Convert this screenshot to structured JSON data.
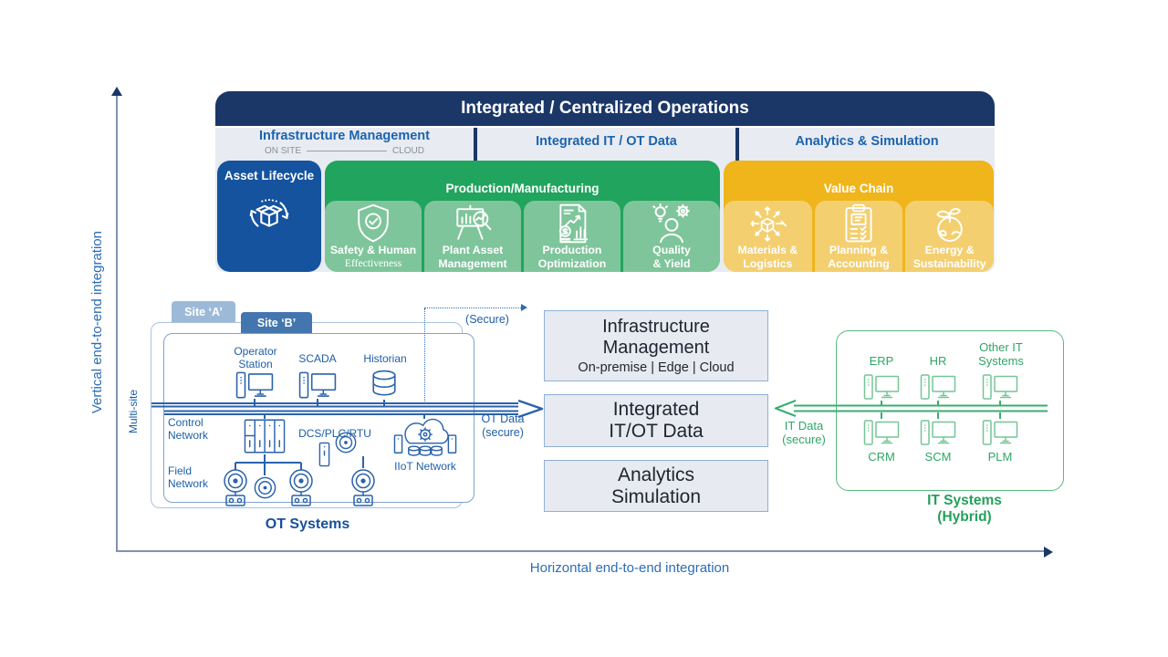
{
  "axes": {
    "vertical_label": "Vertical end-to-end integration",
    "horizontal_label": "Horizontal end-to-end integration"
  },
  "banner": {
    "title": "Integrated / Centralized Operations",
    "col_infrastructure": {
      "title": "Infrastructure Management",
      "left": "ON SITE",
      "right": "CLOUD"
    },
    "col_itot": {
      "title": "Integrated IT / OT Data"
    },
    "col_analytics": {
      "title": "Analytics & Simulation"
    },
    "asset_lifecycle": {
      "label": "Asset Lifecycle",
      "icon": "box-lifecycle-icon"
    },
    "production": {
      "label": "Production/Manufacturing",
      "items": [
        {
          "l1": "Safety & Human",
          "l2": "Effectiveness",
          "icon": "shield-check-icon"
        },
        {
          "l1": "Plant Asset",
          "l2": "Management",
          "icon": "plant-asset-board-icon"
        },
        {
          "l1": "Production",
          "l2": "Optimization",
          "icon": "production-report-icon"
        },
        {
          "l1": "Quality",
          "l2": "& Yield",
          "icon": "person-idea-gear-icon"
        }
      ]
    },
    "value_chain": {
      "label": "Value Chain",
      "items": [
        {
          "l1": "Materials &",
          "l2": "Logistics",
          "icon": "cube-distribution-icon"
        },
        {
          "l1": "Planning &",
          "l2": "Accounting",
          "icon": "clipboard-check-icon"
        },
        {
          "l1": "Energy &",
          "l2": "Sustainability",
          "icon": "globe-sprout-icon"
        }
      ]
    },
    "colors": {
      "navy": "#1b3768",
      "band": "#e8ebf1",
      "green": "#21a45d",
      "green_light": "#7fc59b",
      "yellow": "#efb51b",
      "yellow_light": "#f3cf70",
      "blue": "#15539f"
    }
  },
  "ot": {
    "site_a_label": "Site ‘A’",
    "site_b_label": "Site ‘B’",
    "multi_site_label": "Multi-site",
    "secure_label": "(Secure)",
    "operator": {
      "l1": "Operator",
      "l2": "Station",
      "icon": "workstation-icon"
    },
    "scada": {
      "label": "SCADA",
      "icon": "workstation-icon"
    },
    "historian": {
      "label": "Historian",
      "icon": "database-icon"
    },
    "control_network": {
      "l1": "Control",
      "l2": "Network"
    },
    "dcs_label": "DCS/PLC/RTU",
    "field_network": {
      "l1": "Field",
      "l2": "Network"
    },
    "iiot_label": "IIoT Network",
    "ot_data": {
      "l1": "OT Data",
      "l2": "(secure)"
    },
    "caption": "OT Systems"
  },
  "middle": {
    "boxes": [
      {
        "l1": "Infrastructure",
        "l2": "Management",
        "sub": "On-premise | Edge | Cloud"
      },
      {
        "l1": "Integrated",
        "l2": "IT/OT Data",
        "sub": ""
      },
      {
        "l1": "Analytics",
        "l2": "Simulation",
        "sub": ""
      }
    ]
  },
  "it": {
    "top": [
      {
        "l1": "ERP",
        "l2": "",
        "icon": "workstation-icon"
      },
      {
        "l1": "HR",
        "l2": "",
        "icon": "workstation-icon"
      },
      {
        "l1": "Other IT",
        "l2": "Systems",
        "icon": "workstation-icon"
      }
    ],
    "bottom": [
      {
        "label": "CRM",
        "icon": "workstation-icon"
      },
      {
        "label": "SCM",
        "icon": "workstation-icon"
      },
      {
        "label": "PLM",
        "icon": "workstation-icon"
      }
    ],
    "it_data": {
      "l1": "IT Data",
      "l2": "(secure)"
    },
    "caption_1": "IT Systems",
    "caption_2": "(Hybrid)"
  }
}
